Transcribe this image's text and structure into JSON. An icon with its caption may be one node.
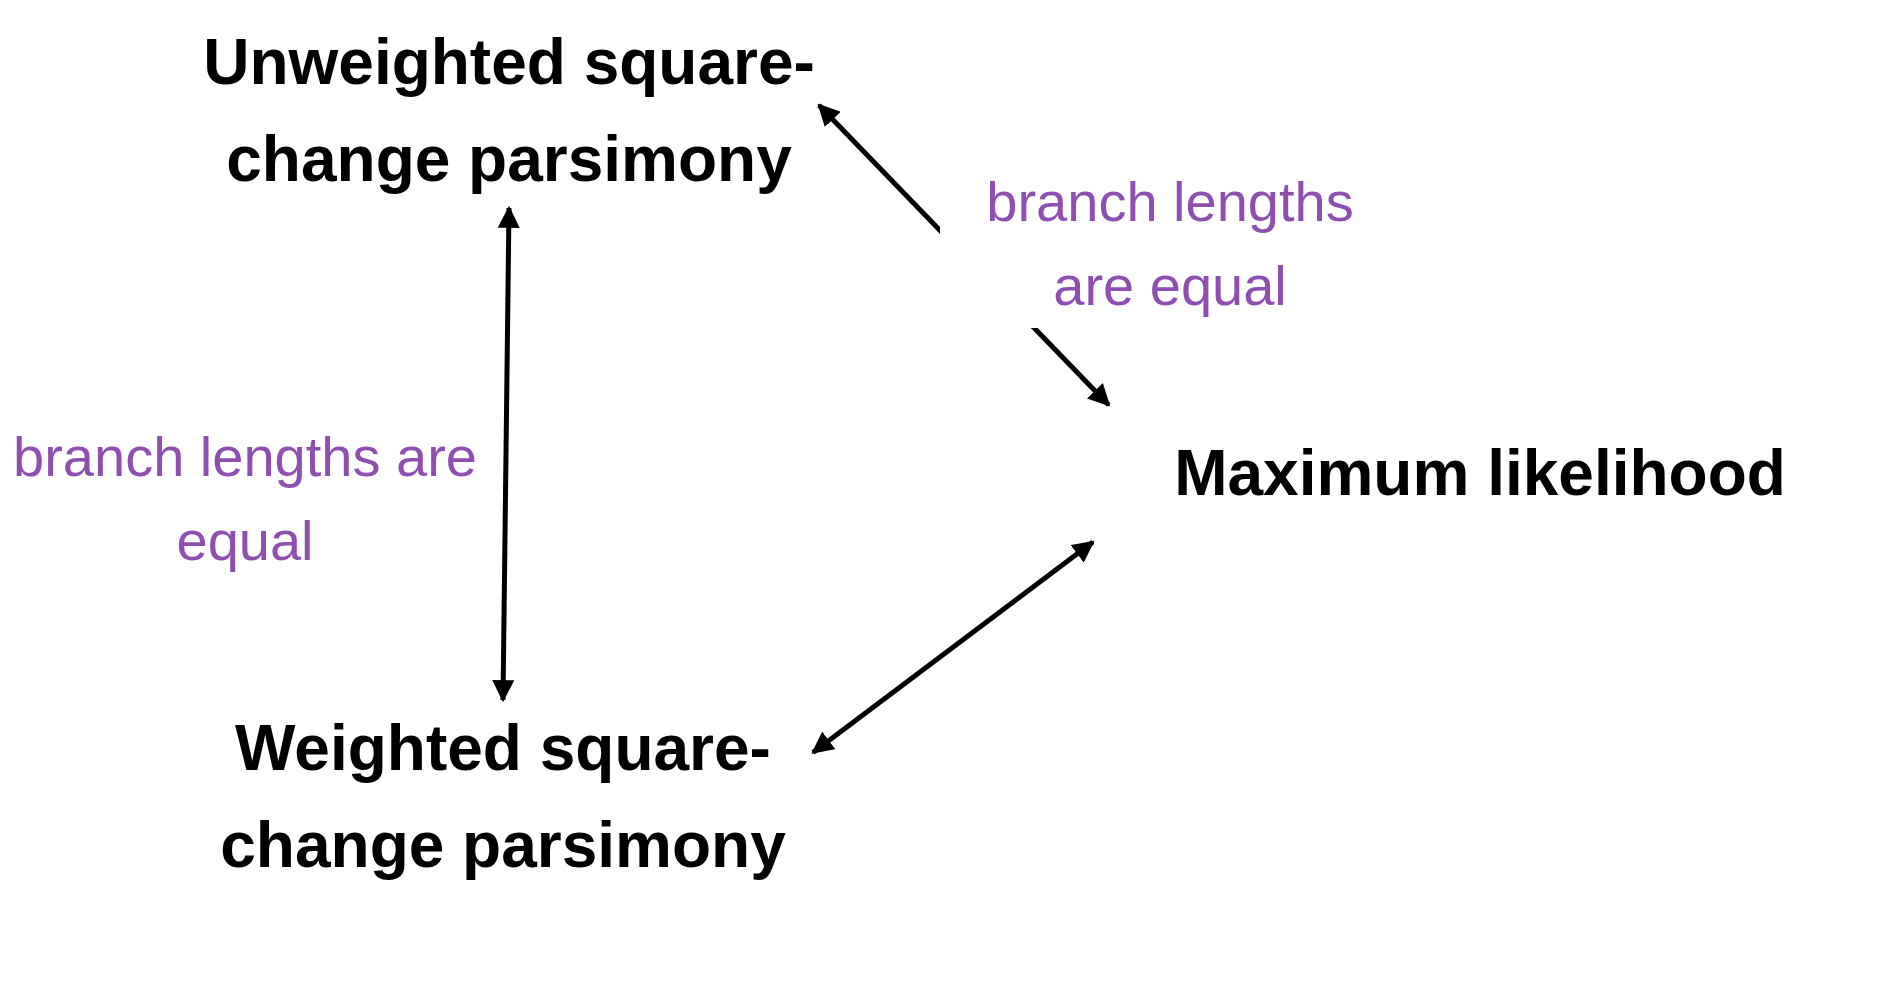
{
  "diagram": {
    "nodes": [
      {
        "text": [
          "Unweighted square-change parsimony"
        ]
      },
      {
        "text": [
          "Maximum likelihood"
        ]
      },
      {
        "text": [
          "Weighted square-change parsimony"
        ]
      }
    ],
    "edges": [
      {
        "from": 0,
        "to": 1,
        "arrow": "both",
        "label": "branch lengths are equal"
      },
      {
        "from": 0,
        "to": 2,
        "arrow": "both",
        "label": "branch lengths are equal"
      },
      {
        "from": 2,
        "to": 1,
        "arrow": "both"
      }
    ]
  }
}
